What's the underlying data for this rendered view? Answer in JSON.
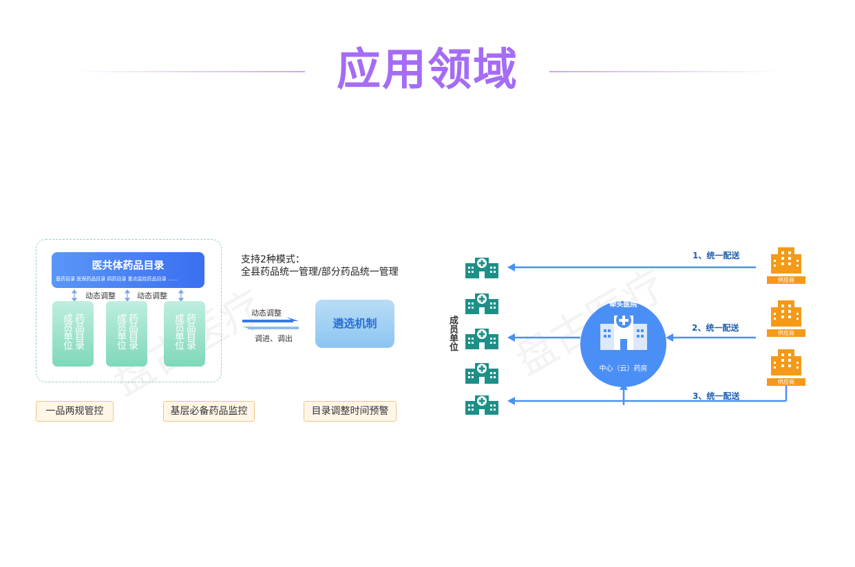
{
  "page": {
    "title": "应用领域",
    "watermark": "盘古医疗"
  },
  "left_diagram": {
    "catalog_title": "医共体药品目录",
    "catalog_subtitle": "基药目录 医保药品目录  四药目录  重点监控药品目录 ……",
    "dynamic_adjust": [
      "动态调整",
      "动态调整"
    ],
    "member_boxes": [
      {
        "col1": "药品目录",
        "col2": "成员单位"
      },
      {
        "col1": "药品目录",
        "col2": "成员单位"
      },
      {
        "col1": "药品目录",
        "col2": "成员单位"
      }
    ],
    "modes_line1": "支持2种模式：",
    "modes_line2": "全县药品统一管理/部分药品统一管理",
    "arrow_top_label": "动态调整",
    "arrow_bottom_label": "调进、调出",
    "select_mechanism": "遴选机制",
    "tags": [
      "一品两规管控",
      "基层必备药品监控",
      "目录调整时间预警"
    ]
  },
  "right_diagram": {
    "members_label": "成员单位",
    "center_top": "牵头医院",
    "center_bottom": "中心（云）药房",
    "deliveries": [
      "1、统一配送",
      "2、统一配送",
      "3、统一配送"
    ],
    "supplier_label": "供应商"
  },
  "colors": {
    "title": "#a56cf5",
    "teal_icon": "#1e8f87",
    "supplier": "#f49a17",
    "arrow_blue": "#4a8ff5"
  }
}
